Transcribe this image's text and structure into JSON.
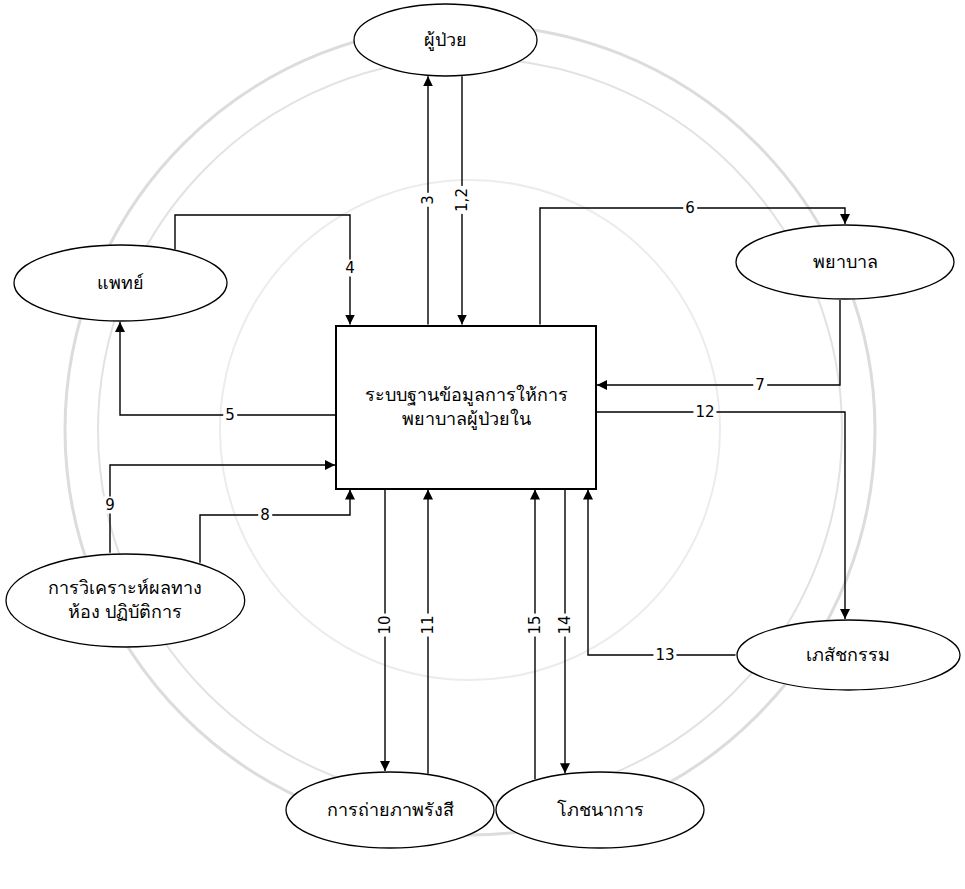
{
  "diagram": {
    "nodes": [
      {
        "text": [
          "ผู้ป่วย"
        ]
      },
      {
        "text": [
          "แพทย์"
        ]
      },
      {
        "text": [
          "พยาบาล"
        ]
      },
      {
        "text": [
          "ระบบฐานข้อมูลการให้การ พยาบาลผู้ป่วยใน"
        ]
      },
      {
        "text": [
          "การวิเคราะห์ผลทางห้อง ปฏิบัติการ"
        ]
      },
      {
        "text": [
          "เภสัชกรรม"
        ]
      },
      {
        "text": [
          "การถ่ายภาพรังสี"
        ]
      },
      {
        "text": [
          "โภชนาการ"
        ]
      }
    ],
    "edges": [
      {
        "from": 3,
        "to": 0,
        "arrow": "to",
        "label": "3"
      },
      {
        "from": 0,
        "to": 3,
        "arrow": "to",
        "label": "1,2"
      },
      {
        "from": 1,
        "to": 3,
        "arrow": "to",
        "label": "4"
      },
      {
        "from": 3,
        "to": 1,
        "arrow": "to",
        "label": "5"
      },
      {
        "from": 3,
        "to": 2,
        "arrow": "to",
        "label": "6"
      },
      {
        "from": 2,
        "to": 3,
        "arrow": "to",
        "label": "7"
      },
      {
        "from": 3,
        "to": 5,
        "arrow": "to",
        "label": "12"
      },
      {
        "from": 5,
        "to": 3,
        "arrow": "to",
        "label": "13"
      },
      {
        "from": 4,
        "to": 3,
        "arrow": "to",
        "label": "9"
      },
      {
        "from": 4,
        "to": 3,
        "arrow": "to",
        "label": "8"
      },
      {
        "from": 3,
        "to": 6,
        "arrow": "to",
        "label": "10"
      },
      {
        "from": 6,
        "to": 3,
        "arrow": "to",
        "label": "11"
      },
      {
        "from": 7,
        "to": 3,
        "arrow": "to",
        "label": "15"
      },
      {
        "from": 3,
        "to": 7,
        "arrow": "to",
        "label": "14"
      }
    ]
  }
}
